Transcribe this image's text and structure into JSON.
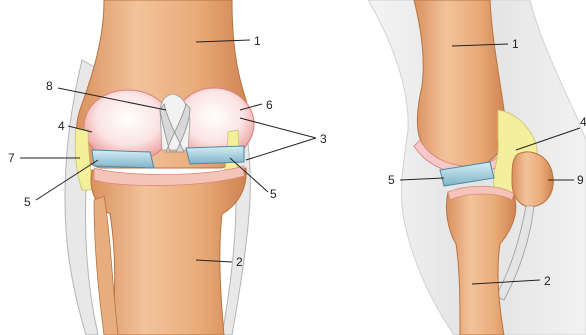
{
  "diagram": {
    "front_view": {
      "labels": [
        "1",
        "2",
        "3",
        "4",
        "5",
        "5",
        "6",
        "7",
        "8"
      ]
    },
    "side_view": {
      "labels": [
        "1",
        "2",
        "4",
        "5",
        "9"
      ]
    }
  }
}
